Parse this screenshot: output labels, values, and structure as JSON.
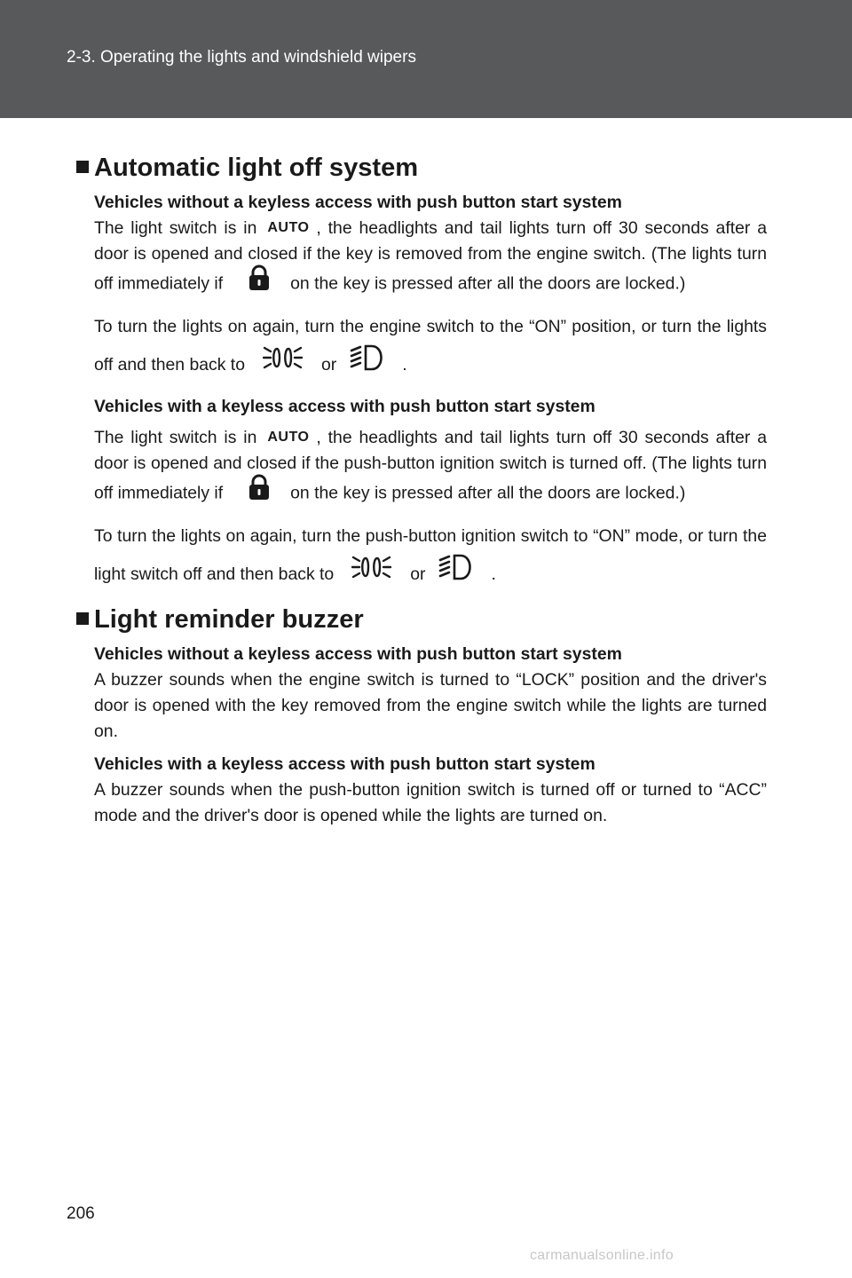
{
  "header": {
    "title": "2-3. Operating the lights and windshield wipers",
    "background_color": "#58595b"
  },
  "icons": {
    "auto_label": "AUTO",
    "lock": "lock-icon",
    "headlight": "headlight-icon",
    "low_beam": "low-beam-icon",
    "section_marker": "black-square-icon"
  },
  "sections": [
    {
      "title": "Automatic light off system",
      "subsections": [
        {
          "title": "Vehicles without a keyless access with push button start system",
          "p1_a": "The light switch is in",
          "p1_b": ", the headlights and tail lights turn off 30 seconds after a door is opened and closed if the key is removed from the engine switch. (The lights turn off immediately if",
          "p1_c": "on the key is pressed after all the doors are locked.)",
          "p2_a": "To turn the lights on again, turn the engine switch to the “ON” position, or turn the lights off and then back to",
          "p2_or": "or",
          "p2_end": "."
        },
        {
          "title": "Vehicles with a keyless access with push button start system",
          "p1_a": "The light switch is in",
          "p1_b": ", the headlights and tail lights turn off 30 seconds after a door is opened and closed if the push-button ignition switch is turned off. (The lights turn off immediately if",
          "p1_c": "on the key is pressed after all the doors are locked.)",
          "p2_a": "To turn the lights on again, turn the push-button ignition switch to “ON” mode, or turn the light switch off and then back to",
          "p2_or": "or",
          "p2_end": "."
        }
      ]
    },
    {
      "title": "Light reminder buzzer",
      "subsections": [
        {
          "title": "Vehicles without a keyless access with push button start system",
          "body": "A buzzer sounds when the engine switch is turned to “LOCK” position and the driver's door is opened with the key removed from the engine switch while the lights are turned on."
        },
        {
          "title": "Vehicles with a keyless access with push button start system",
          "body": "A buzzer sounds when the push-button ignition switch is turned off or turned to “ACC” mode and the driver's door is opened while the lights are turned on."
        }
      ]
    }
  ],
  "page_number": "206",
  "watermark": "carmanualsonline.info"
}
